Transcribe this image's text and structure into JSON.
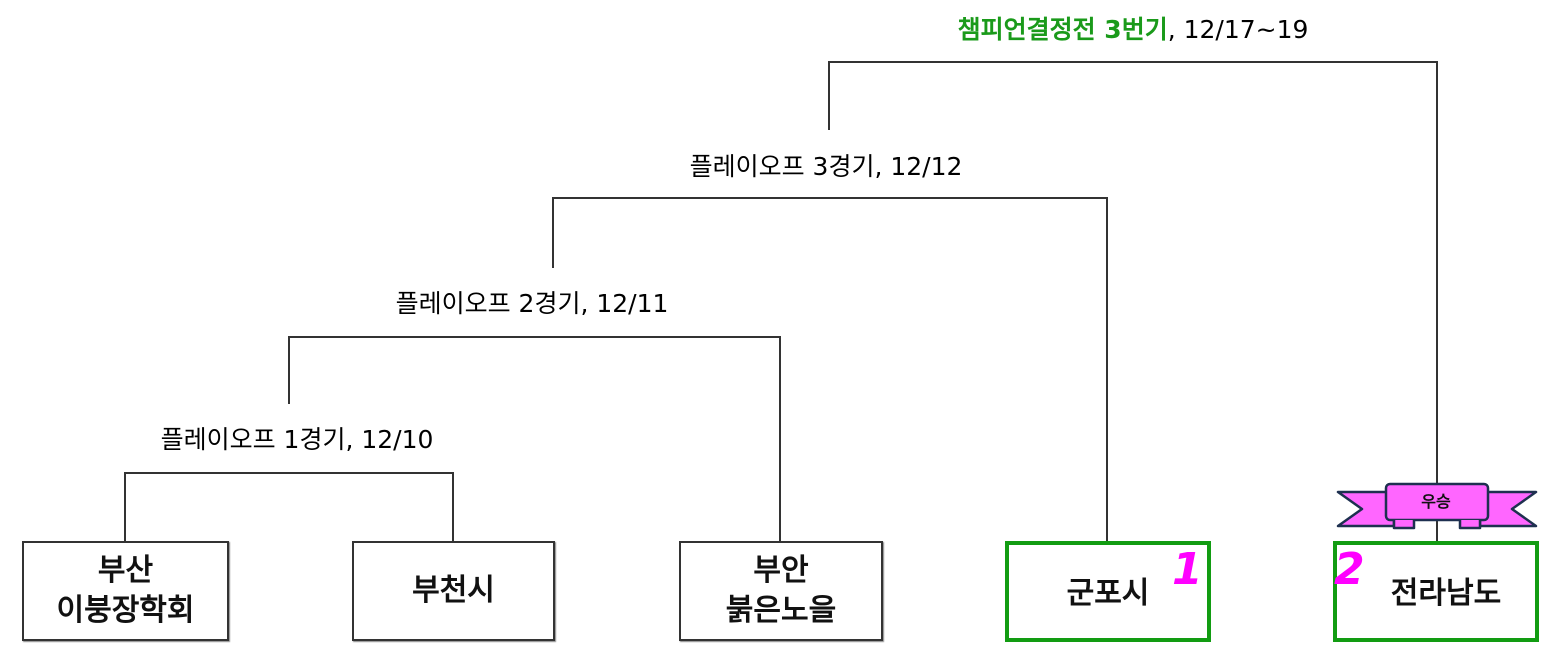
{
  "final": {
    "title": "챔피언결정전 3번기",
    "date": ", 12/17~19"
  },
  "matches": [
    {
      "label": "플레이오프 3경기, 12/12"
    },
    {
      "label": "플레이오프 2경기, 12/11"
    },
    {
      "label": "플레이오프 1경기, 12/10"
    }
  ],
  "teams": [
    {
      "line1": "부산",
      "line2": "이붕장학회"
    },
    {
      "line1": "부천시"
    },
    {
      "line1": "부안",
      "line2": "붉은노을"
    },
    {
      "line1": "군포시",
      "seed": "1"
    },
    {
      "line1": "전라남도",
      "seed": "2"
    }
  ],
  "ribbon": {
    "label": "우승",
    "color": "#ff66ff"
  },
  "colors": {
    "final_title": "#1a9a1a",
    "seed": "#ff00ff",
    "winner_border": "#129c12"
  }
}
